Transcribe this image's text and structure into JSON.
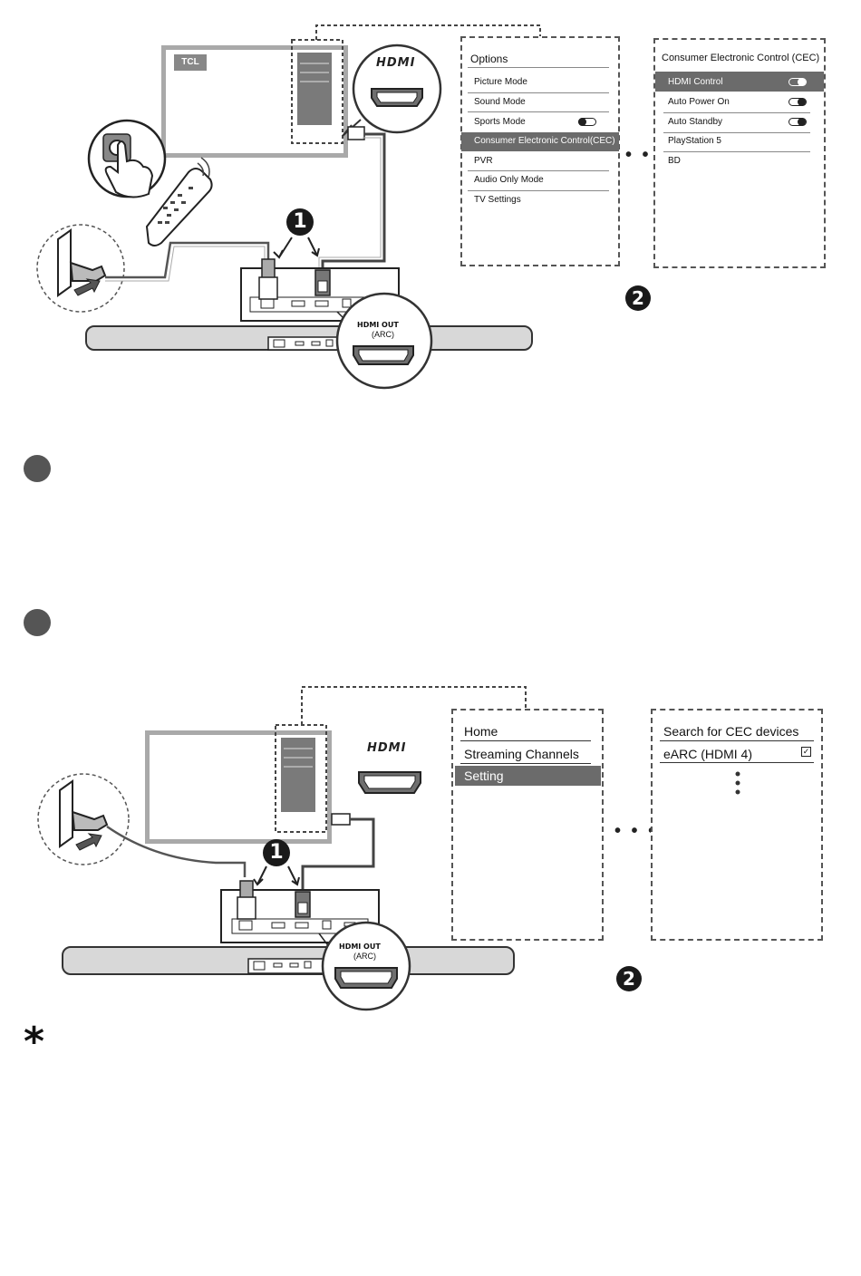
{
  "figure1": {
    "tv_logo": "TCL",
    "hdmi_logo": "HDMI",
    "hdmi_out_label": "HDMI OUT",
    "arc_label": "(ARC)",
    "step1": "1",
    "step2": "2",
    "options_menu": {
      "title": "Options",
      "items": [
        "Picture Mode",
        "Sound Mode",
        "Sports Mode",
        "Consumer Electronic Control(CEC)",
        "PVR",
        "Audio Only Mode",
        "TV Settings"
      ],
      "selected_index": 3
    },
    "cec_menu": {
      "title": "Consumer Electronic Control (CEC)",
      "items": [
        "HDMI Control",
        "Auto Power On",
        "Auto Standby",
        "PlayStation 5",
        "BD"
      ],
      "selected_index": 0
    }
  },
  "figure2": {
    "hdmi_logo": "HDMI",
    "hdmi_out_label": "HDMI OUT",
    "arc_label": "(ARC)",
    "step1": "1",
    "step2": "2",
    "home_menu": {
      "items": [
        "Home",
        "Streaming Channels",
        "Setting"
      ],
      "selected_index": 2
    },
    "cec_search_menu": {
      "items": [
        "Search for CEC devices",
        "eARC (HDMI 4)"
      ]
    }
  },
  "note_marker": "*",
  "colors": {
    "selected_bg": "#6b6b6b",
    "badge": "#1a1a1a",
    "bullet": "#555555"
  }
}
